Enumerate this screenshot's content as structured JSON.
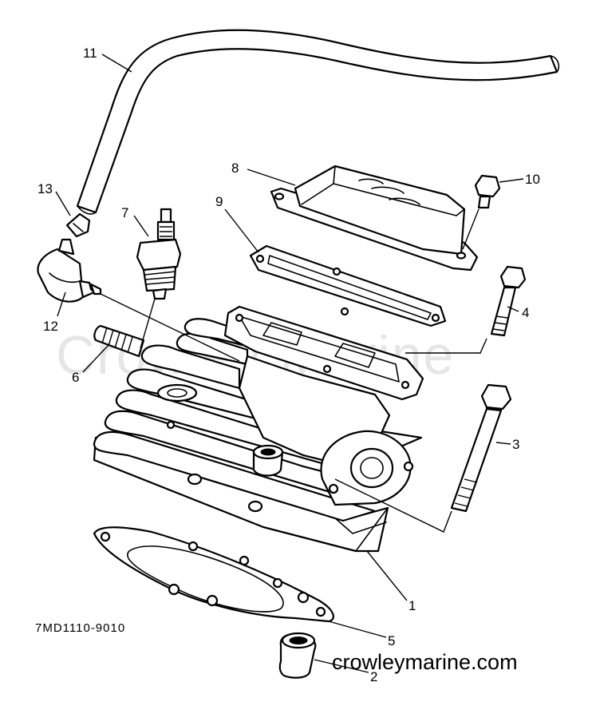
{
  "diagram_code": "7MD1110-9010",
  "watermark": "Crowley Marine",
  "site_url": "crowleymarine.com",
  "callouts": [
    "1",
    "2",
    "3",
    "4",
    "5",
    "6",
    "7",
    "8",
    "9",
    "10",
    "11",
    "12",
    "13"
  ],
  "colors": {
    "ink": "#000000",
    "paper": "#ffffff",
    "watermark": "#e6e6e6"
  }
}
